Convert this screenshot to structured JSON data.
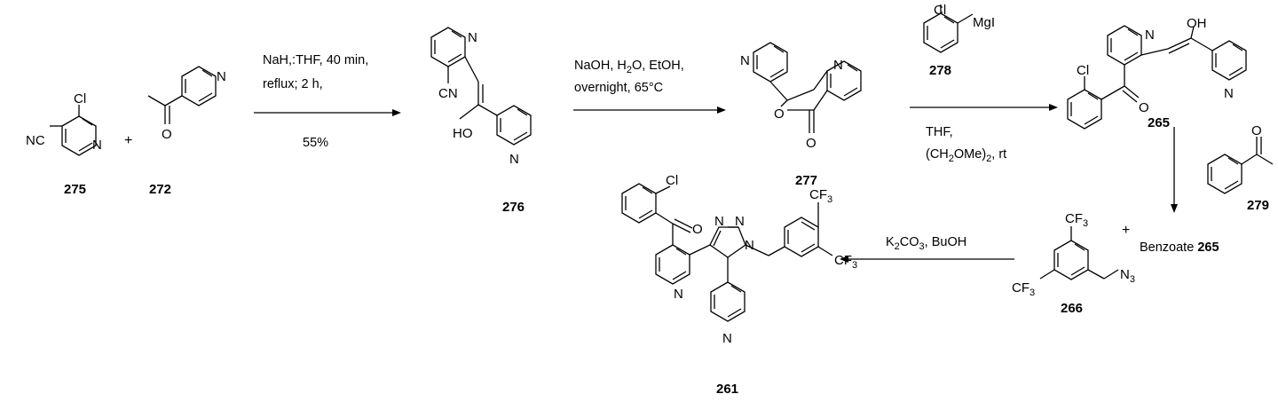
{
  "compounds": {
    "c275": "275",
    "c272": "272",
    "c276": "276",
    "c277": "277",
    "c278": "278",
    "c265": "265",
    "c279": "279",
    "c266": "266",
    "c261": "261"
  },
  "atoms": {
    "N": "N",
    "Cl": "Cl",
    "O": "O",
    "OH": "OH",
    "HO": "HO",
    "NC": "NC",
    "CN": "CN",
    "MgI": "MgI",
    "CF": "CF",
    "sub3": "3"
  },
  "plus": "+",
  "conditions": {
    "step1": {
      "line1": "NaH,:THF, 40 min,",
      "line2": "reflux; 2 h,",
      "yield": "55%"
    },
    "step2": {
      "line1": "NaOH, H",
      "line1_sub": "2",
      "line1_tail": "O, EtOH,",
      "line2": "overnight, 65°C"
    },
    "step3": {
      "line1": "THF,",
      "line2_pre": "(CH",
      "line2_sub": "2",
      "line2_tail": "OMe)",
      "line2_sub2": "2",
      "line2_end": ", rt"
    },
    "step5": {
      "pre": "K",
      "sub1": "2",
      "mid": "CO",
      "sub2": "3",
      "tail": ", BuOH"
    }
  },
  "benzoate": {
    "label": "Benzoate ",
    "number": "265"
  }
}
